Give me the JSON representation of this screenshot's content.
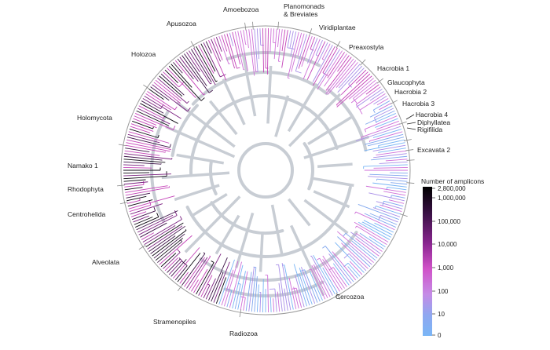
{
  "tree": {
    "clades": [
      "Amoebozoa",
      "Planomonads",
      "& Breviates",
      "Viridiplantae",
      "Preaxostyla",
      "Hacrobia 1",
      "Glaucophyta",
      "Hacrobia 2",
      "Hacrobia 3",
      "Hacrobia 4",
      "Diphyllatea",
      "Rigifilida",
      "Excavata 2",
      "Apusozoa",
      "Holozoa",
      "Holomycota",
      "Namako 1",
      "Rhodophyta",
      "Centrohelida",
      "Alveolata",
      "Stramenopiles",
      "Radiozoa",
      "Cercozoa"
    ]
  },
  "legend": {
    "title": "Number of amplicons",
    "ticks": [
      "2,800,000",
      "1,000,000",
      "100,000",
      "10,000",
      "1,000",
      "100",
      "10",
      "0"
    ],
    "colors": [
      "#0b0610",
      "#3a1045",
      "#7a1f7f",
      "#c442b8",
      "#cf6fd8",
      "#a88ee8",
      "#7fa6ee",
      "#78b4f5"
    ]
  }
}
